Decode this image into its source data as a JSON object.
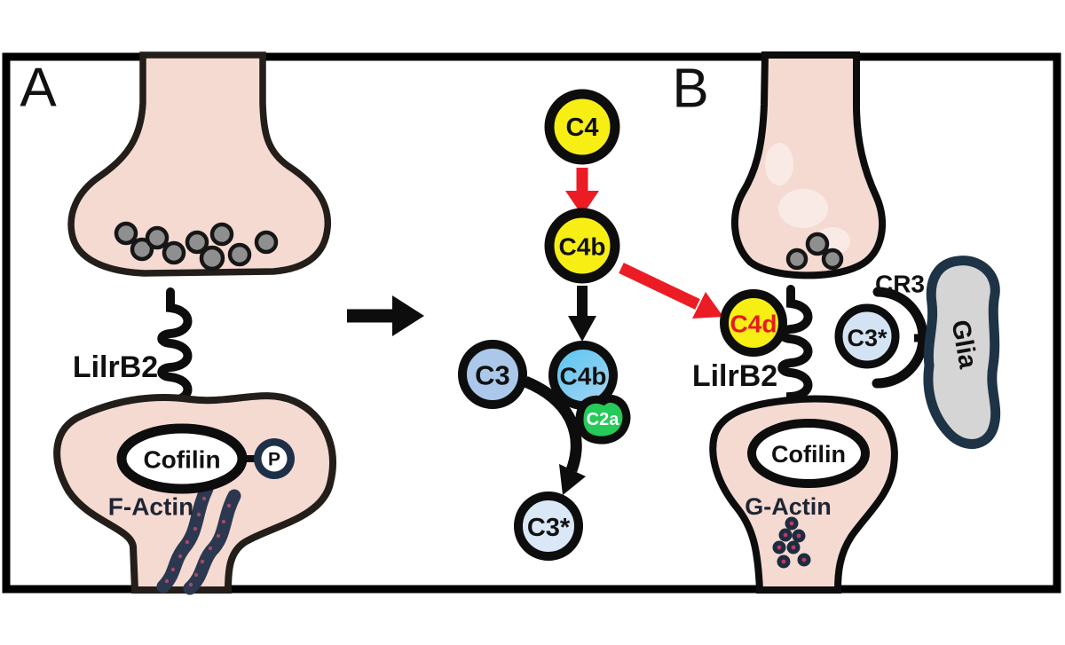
{
  "panel_a": {
    "label": "A",
    "receptor_label": "LilrB2",
    "cofilin_label": "Cofilin",
    "phosphate_label": "P",
    "factin_label": "F-Actin"
  },
  "cascade": {
    "c4_label": "C4",
    "c4b_label": "C4b",
    "c3_label": "C3",
    "c4b_convertase_label": "C4b",
    "c2a_label": "C2a",
    "c3_active_label": "C3*"
  },
  "panel_b": {
    "label": "B",
    "c4d_label": "C4d",
    "receptor_label": "LilrB2",
    "cr3_label": "CR3",
    "c3_active_label": "C3*",
    "glia_label": "Glia",
    "cofilin_label": "Cofilin",
    "gactin_label": "G-Actin"
  },
  "colors": {
    "complement_yellow": "#f7ee14",
    "c4b_blue_top": "#55c5f0",
    "c4b_blue_bottom": "#a2d3f2",
    "c3_blue": "#abc8ea",
    "c3_active_blue": "#d9e7f6",
    "c2a_green": "#25ca58",
    "arrow_red": "#ec1c24",
    "neuron_pink": "#f5dad2",
    "outline_dark": "#231e1a",
    "navy": "#1d3047",
    "glia_gray": "#d5d5d5",
    "c4d_text_red": "#e8191f"
  }
}
